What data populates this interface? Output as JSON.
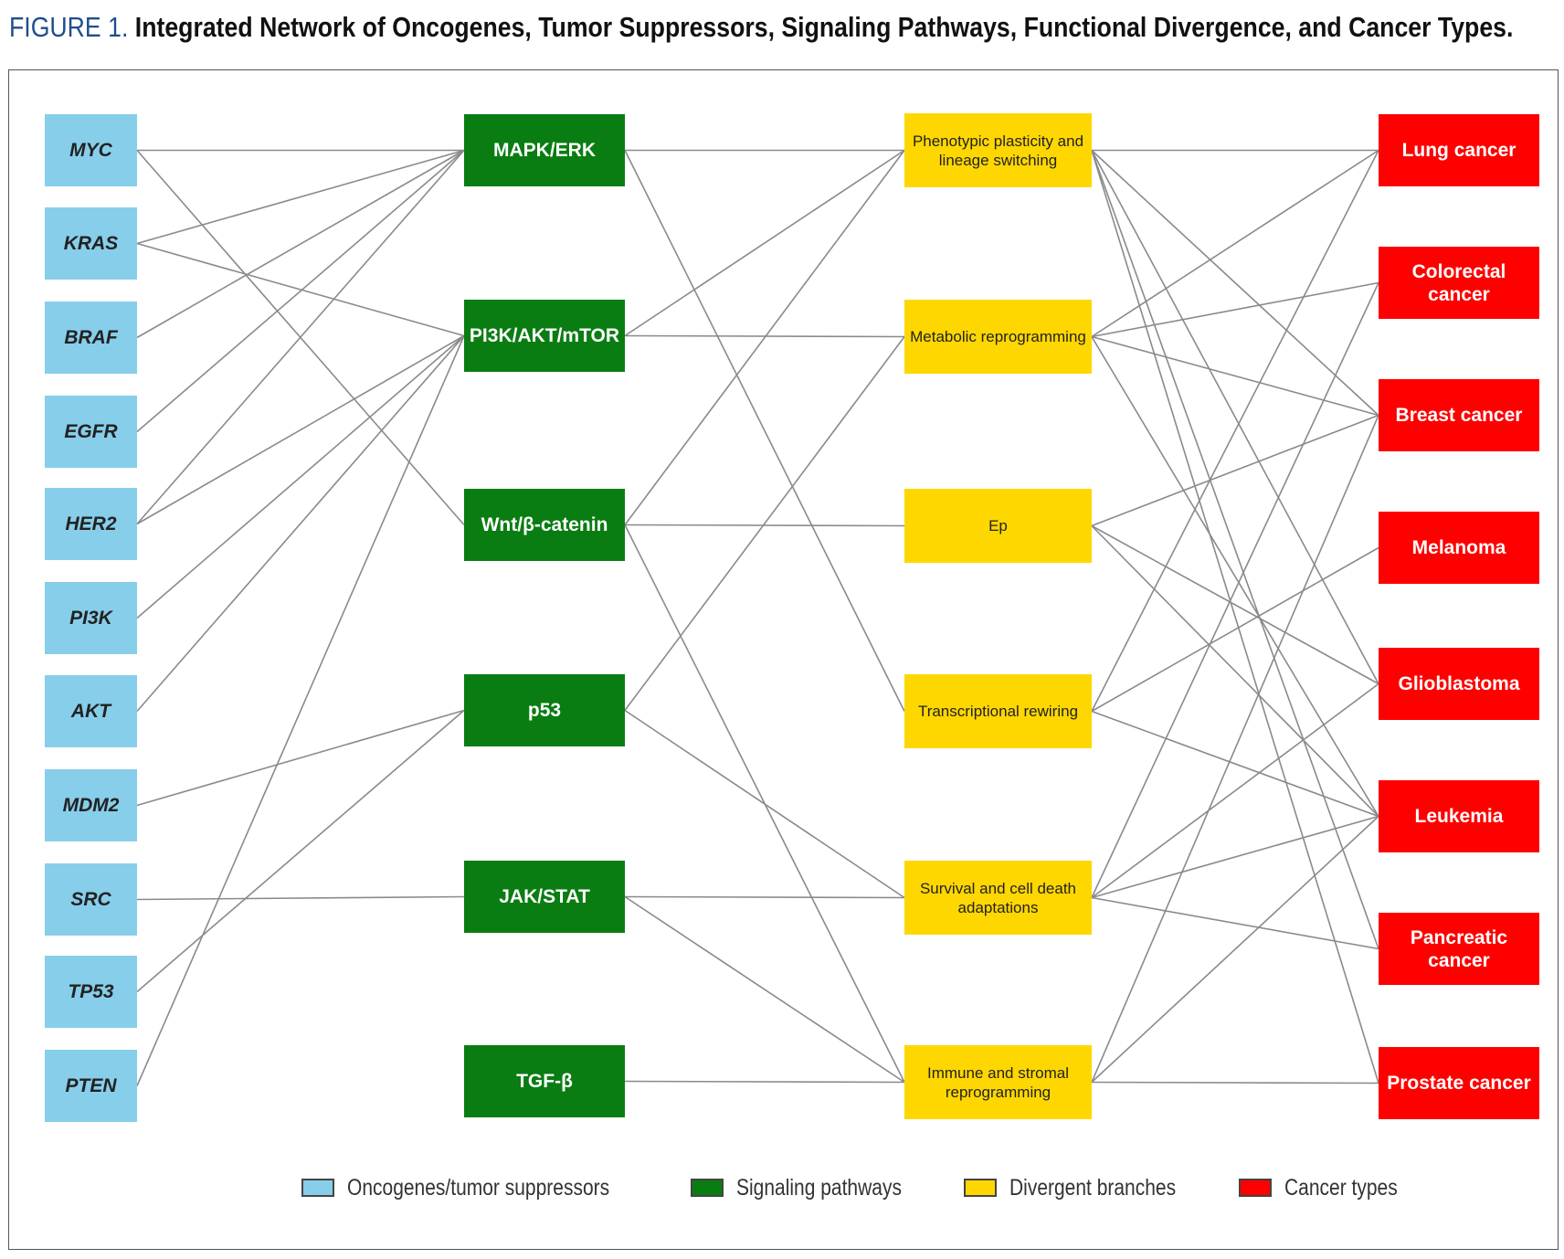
{
  "figure": {
    "label": "FIGURE 1.",
    "title": "Integrated Network of Oncogenes, Tumor Suppressors, Signaling Pathways, Functional Divergence, and Cancer Types."
  },
  "colors": {
    "genes": "#87ceeb",
    "pathways": "#0a7d12",
    "branches": "#ffd700",
    "cancers": "#ff0000",
    "edges": "#8a8a8a"
  },
  "nodes": {
    "genes": [
      {
        "id": "MYC",
        "label": "MYC"
      },
      {
        "id": "KRAS",
        "label": "KRAS"
      },
      {
        "id": "BRAF",
        "label": "BRAF"
      },
      {
        "id": "EGFR",
        "label": "EGFR"
      },
      {
        "id": "HER2",
        "label": "HER2"
      },
      {
        "id": "PI3K",
        "label": "PI3K"
      },
      {
        "id": "AKT",
        "label": "AKT"
      },
      {
        "id": "MDM2",
        "label": "MDM2"
      },
      {
        "id": "SRC",
        "label": "SRC"
      },
      {
        "id": "TP53",
        "label": "TP53"
      },
      {
        "id": "PTEN",
        "label": "PTEN"
      }
    ],
    "pathways": [
      {
        "id": "MAPK",
        "label": "MAPK/ERK"
      },
      {
        "id": "PI3KAKT",
        "label": "PI3K/AKT/mTOR"
      },
      {
        "id": "WNT",
        "label": "Wnt/β-catenin"
      },
      {
        "id": "P53",
        "label": "p53"
      },
      {
        "id": "JAK",
        "label": "JAK/STAT"
      },
      {
        "id": "TGF",
        "label": "TGF-β"
      }
    ],
    "branches": [
      {
        "id": "PLAS",
        "label": "Phenotypic plasticity and lineage switching"
      },
      {
        "id": "META",
        "label": "Metabolic reprogramming"
      },
      {
        "id": "EP",
        "label": "Ep"
      },
      {
        "id": "TRAN",
        "label": "Transcriptional rewiring"
      },
      {
        "id": "SURV",
        "label": "Survival and cell death adaptations"
      },
      {
        "id": "IMMU",
        "label": "Immune and stromal reprogramming"
      }
    ],
    "cancers": [
      {
        "id": "LUNG",
        "label": "Lung cancer"
      },
      {
        "id": "CRC",
        "label": "Colorectal cancer"
      },
      {
        "id": "BRCA",
        "label": "Breast cancer"
      },
      {
        "id": "MEL",
        "label": "Melanoma"
      },
      {
        "id": "GBM",
        "label": "Glioblastoma"
      },
      {
        "id": "LEUK",
        "label": "Leukemia"
      },
      {
        "id": "PANC",
        "label": "Pancreatic cancer"
      },
      {
        "id": "PROS",
        "label": "Prostate cancer"
      }
    ]
  },
  "edges": [
    [
      "MYC",
      "MAPK"
    ],
    [
      "MYC",
      "WNT"
    ],
    [
      "KRAS",
      "MAPK"
    ],
    [
      "KRAS",
      "PI3KAKT"
    ],
    [
      "BRAF",
      "MAPK"
    ],
    [
      "EGFR",
      "MAPK"
    ],
    [
      "HER2",
      "MAPK"
    ],
    [
      "HER2",
      "PI3KAKT"
    ],
    [
      "PI3K",
      "PI3KAKT"
    ],
    [
      "AKT",
      "PI3KAKT"
    ],
    [
      "MDM2",
      "P53"
    ],
    [
      "SRC",
      "JAK"
    ],
    [
      "TP53",
      "P53"
    ],
    [
      "PTEN",
      "PI3KAKT"
    ],
    [
      "MAPK",
      "PLAS"
    ],
    [
      "MAPK",
      "TRAN"
    ],
    [
      "PI3KAKT",
      "PLAS"
    ],
    [
      "PI3KAKT",
      "META"
    ],
    [
      "WNT",
      "EP"
    ],
    [
      "WNT",
      "PLAS"
    ],
    [
      "WNT",
      "IMMU"
    ],
    [
      "P53",
      "META"
    ],
    [
      "P53",
      "SURV"
    ],
    [
      "JAK",
      "SURV"
    ],
    [
      "JAK",
      "IMMU"
    ],
    [
      "TGF",
      "IMMU"
    ],
    [
      "PLAS",
      "LUNG"
    ],
    [
      "PLAS",
      "BRCA"
    ],
    [
      "PLAS",
      "GBM"
    ],
    [
      "PLAS",
      "PANC"
    ],
    [
      "PLAS",
      "PROS"
    ],
    [
      "META",
      "LUNG"
    ],
    [
      "META",
      "CRC"
    ],
    [
      "META",
      "BRCA"
    ],
    [
      "META",
      "LEUK"
    ],
    [
      "EP",
      "BRCA"
    ],
    [
      "EP",
      "GBM"
    ],
    [
      "EP",
      "LEUK"
    ],
    [
      "TRAN",
      "LUNG"
    ],
    [
      "TRAN",
      "MEL"
    ],
    [
      "TRAN",
      "LEUK"
    ],
    [
      "SURV",
      "CRC"
    ],
    [
      "SURV",
      "GBM"
    ],
    [
      "SURV",
      "LEUK"
    ],
    [
      "SURV",
      "PANC"
    ],
    [
      "IMMU",
      "PROS"
    ],
    [
      "IMMU",
      "LEUK"
    ],
    [
      "IMMU",
      "BRCA"
    ]
  ],
  "legend": [
    {
      "label": "Oncogenes/tumor suppressors",
      "color": "#87ceeb"
    },
    {
      "label": "Signaling pathways",
      "color": "#0a7d12"
    },
    {
      "label": "Divergent branches",
      "color": "#ffd700"
    },
    {
      "label": "Cancer types",
      "color": "#ff0000"
    }
  ]
}
